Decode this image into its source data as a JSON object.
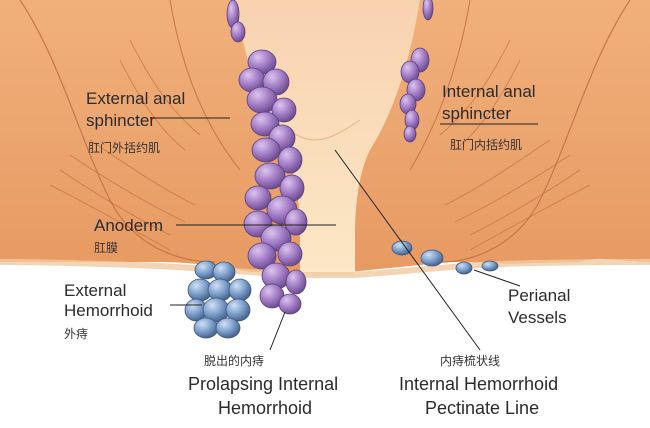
{
  "labels": {
    "external_anal_sphincter": {
      "en_line1": "External anal",
      "en_line2": "sphincter",
      "zh": "肛门外括约肌"
    },
    "internal_anal_sphincter": {
      "en_line1": "Internal anal",
      "en_line2": "sphincter",
      "zh": "肛门内括约肌"
    },
    "anoderm": {
      "en": "Anoderm",
      "zh": "肛膜"
    },
    "external_hemorrhoid": {
      "en_line1": "External",
      "en_line2": "Hemorrhoid",
      "zh": "外痔"
    },
    "perianal_vessels": {
      "en_line1": "Perianal",
      "en_line2": "Vessels"
    },
    "prolapsing_internal_hemorrhoid": {
      "zh": "脱出的内痔",
      "en_line1": "Prolapsing Internal",
      "en_line2": "Hemorrhoid"
    },
    "internal_hemorrhoid_pectinate_line": {
      "zh": "内痔梳状线",
      "en_line1": "Internal Hemorrhoid",
      "en_line2": "Pectinate Line"
    }
  },
  "colors": {
    "tissue": "#f2b784",
    "tissue_dark": "#d9895a",
    "muscle_line": "#b8673a",
    "skin": "#f6d9b6",
    "hemorrhoid_purple": "#9d74bd",
    "hemorrhoid_blue": "#6f93c2",
    "leader_line": "#222222"
  }
}
